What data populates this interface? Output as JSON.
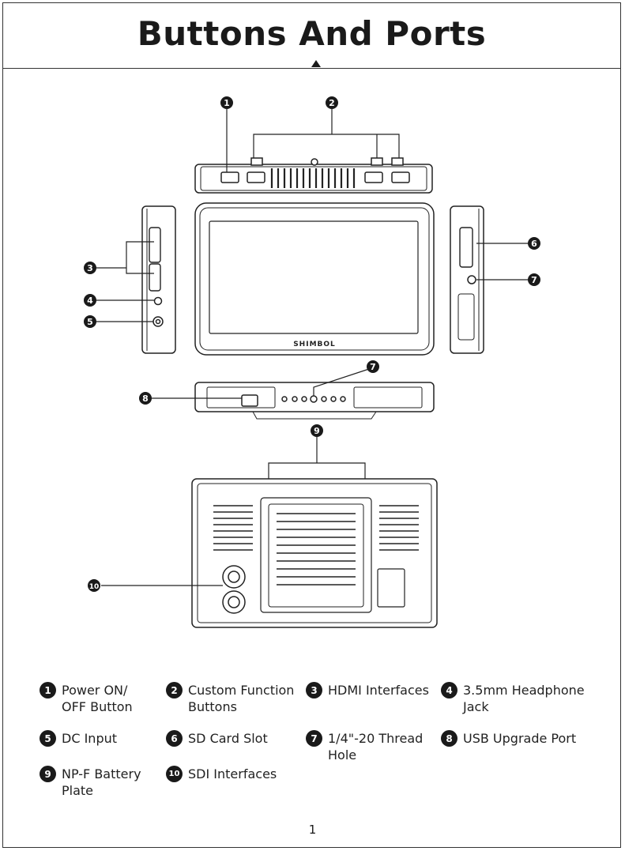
{
  "header": {
    "title": "Buttons And Ports"
  },
  "device": {
    "brand": "SHIMBOL"
  },
  "callouts": [
    "1",
    "2",
    "3",
    "4",
    "5",
    "6",
    "7",
    "7",
    "8",
    "9",
    "10"
  ],
  "legend": [
    {
      "num": "1",
      "label": "Power ON/\nOFF Button"
    },
    {
      "num": "2",
      "label": "Custom Function\nButtons"
    },
    {
      "num": "3",
      "label": "HDMI Interfaces"
    },
    {
      "num": "4",
      "label": "3.5mm Headphone\n  Jack"
    },
    {
      "num": "5",
      "label": "DC Input"
    },
    {
      "num": "6",
      "label": "SD Card Slot"
    },
    {
      "num": "7",
      "label": "1/4\"-20 Thread\nHole"
    },
    {
      "num": "8",
      "label": "USB Upgrade Port"
    },
    {
      "num": "9",
      "label": "NP-F Battery\nPlate"
    },
    {
      "num": "10",
      "label": "SDI Interfaces"
    }
  ],
  "footer": {
    "page_number": "1"
  }
}
